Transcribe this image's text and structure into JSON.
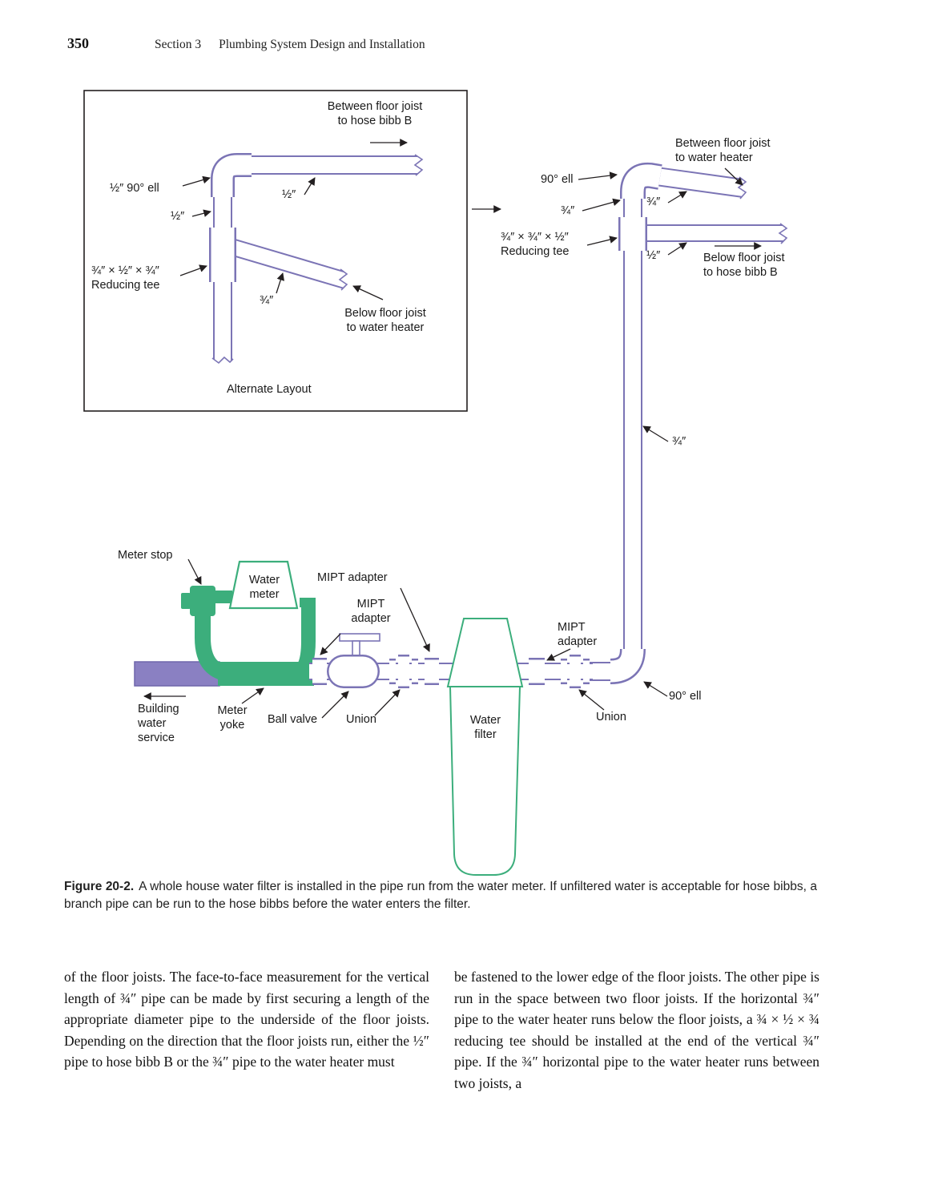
{
  "page": {
    "number": "350",
    "section": "Section 3",
    "section_title": "Plumbing System Design and Installation"
  },
  "figure": {
    "colors": {
      "pipe_outline": "#7b74b5",
      "fixture_green": "#3cae7c",
      "service_pipe_purple": "#8a80c2",
      "text": "#1a1a1a"
    },
    "inset": {
      "caption": "Alternate Layout",
      "labels": {
        "between_floor_joist": "Between floor joist\nto hose bibb B",
        "ell": "½″ 90° ell",
        "half_top": "½″",
        "half_side": "½″",
        "reducing_tee": "¾″ × ½″ × ¾″\nReducing tee",
        "three_quarter": "¾″",
        "below_floor_joist": "Below floor joist\nto water heater"
      }
    },
    "main": {
      "labels": {
        "between_floor_joist": "Between floor joist\nto water heater",
        "ell": "90° ell",
        "three_quarter_left": "¾″",
        "three_quarter_right": "¾″",
        "reducing_tee": "¾″ × ¾″ × ½″\nReducing tee",
        "half": "½″",
        "below_floor_joist": "Below floor joist\nto hose bibb B",
        "three_quarter_vertical": "¾″"
      }
    },
    "meter": {
      "labels": {
        "meter_stop": "Meter stop",
        "water_meter": "Water\nmeter",
        "mipt_adapter_1": "MIPT adapter",
        "mipt_adapter_2": "MIPT\nadapter",
        "building_water_service": "Building\nwater\nservice",
        "meter_yoke": "Meter\nyoke",
        "ball_valve": "Ball valve",
        "union_left": "Union",
        "water_filter": "Water\nfilter",
        "mipt_adapter_3": "MIPT\nadapter",
        "union_right": "Union",
        "ell": "90° ell"
      }
    }
  },
  "caption": {
    "label": "Figure 20-2.",
    "text": "A whole house water filter is installed in the pipe run from the water meter. If unfiltered water is acceptable for hose bibbs, a branch pipe can be run to the hose bibbs before the water enters the filter."
  },
  "body": {
    "left_column": "of the floor joists. The face-to-face measurement for the vertical length of ¾″ pipe can be made by first securing a length of the appropriate diameter pipe to the underside of the floor joists. Depending on the direction that the floor joists run, either the ½″ pipe to hose bibb B or the ¾″ pipe to the water heater must",
    "right_column": "be fastened to the lower edge of the floor joists. The other pipe is run in the space between two floor joists. If the horizontal ¾″ pipe to the water heater runs below the floor joists, a ¾ × ½ × ¾ reducing tee should be installed at the end of the vertical ¾″ pipe. If the ¾″ horizontal pipe to the water heater runs between two joists, a"
  }
}
